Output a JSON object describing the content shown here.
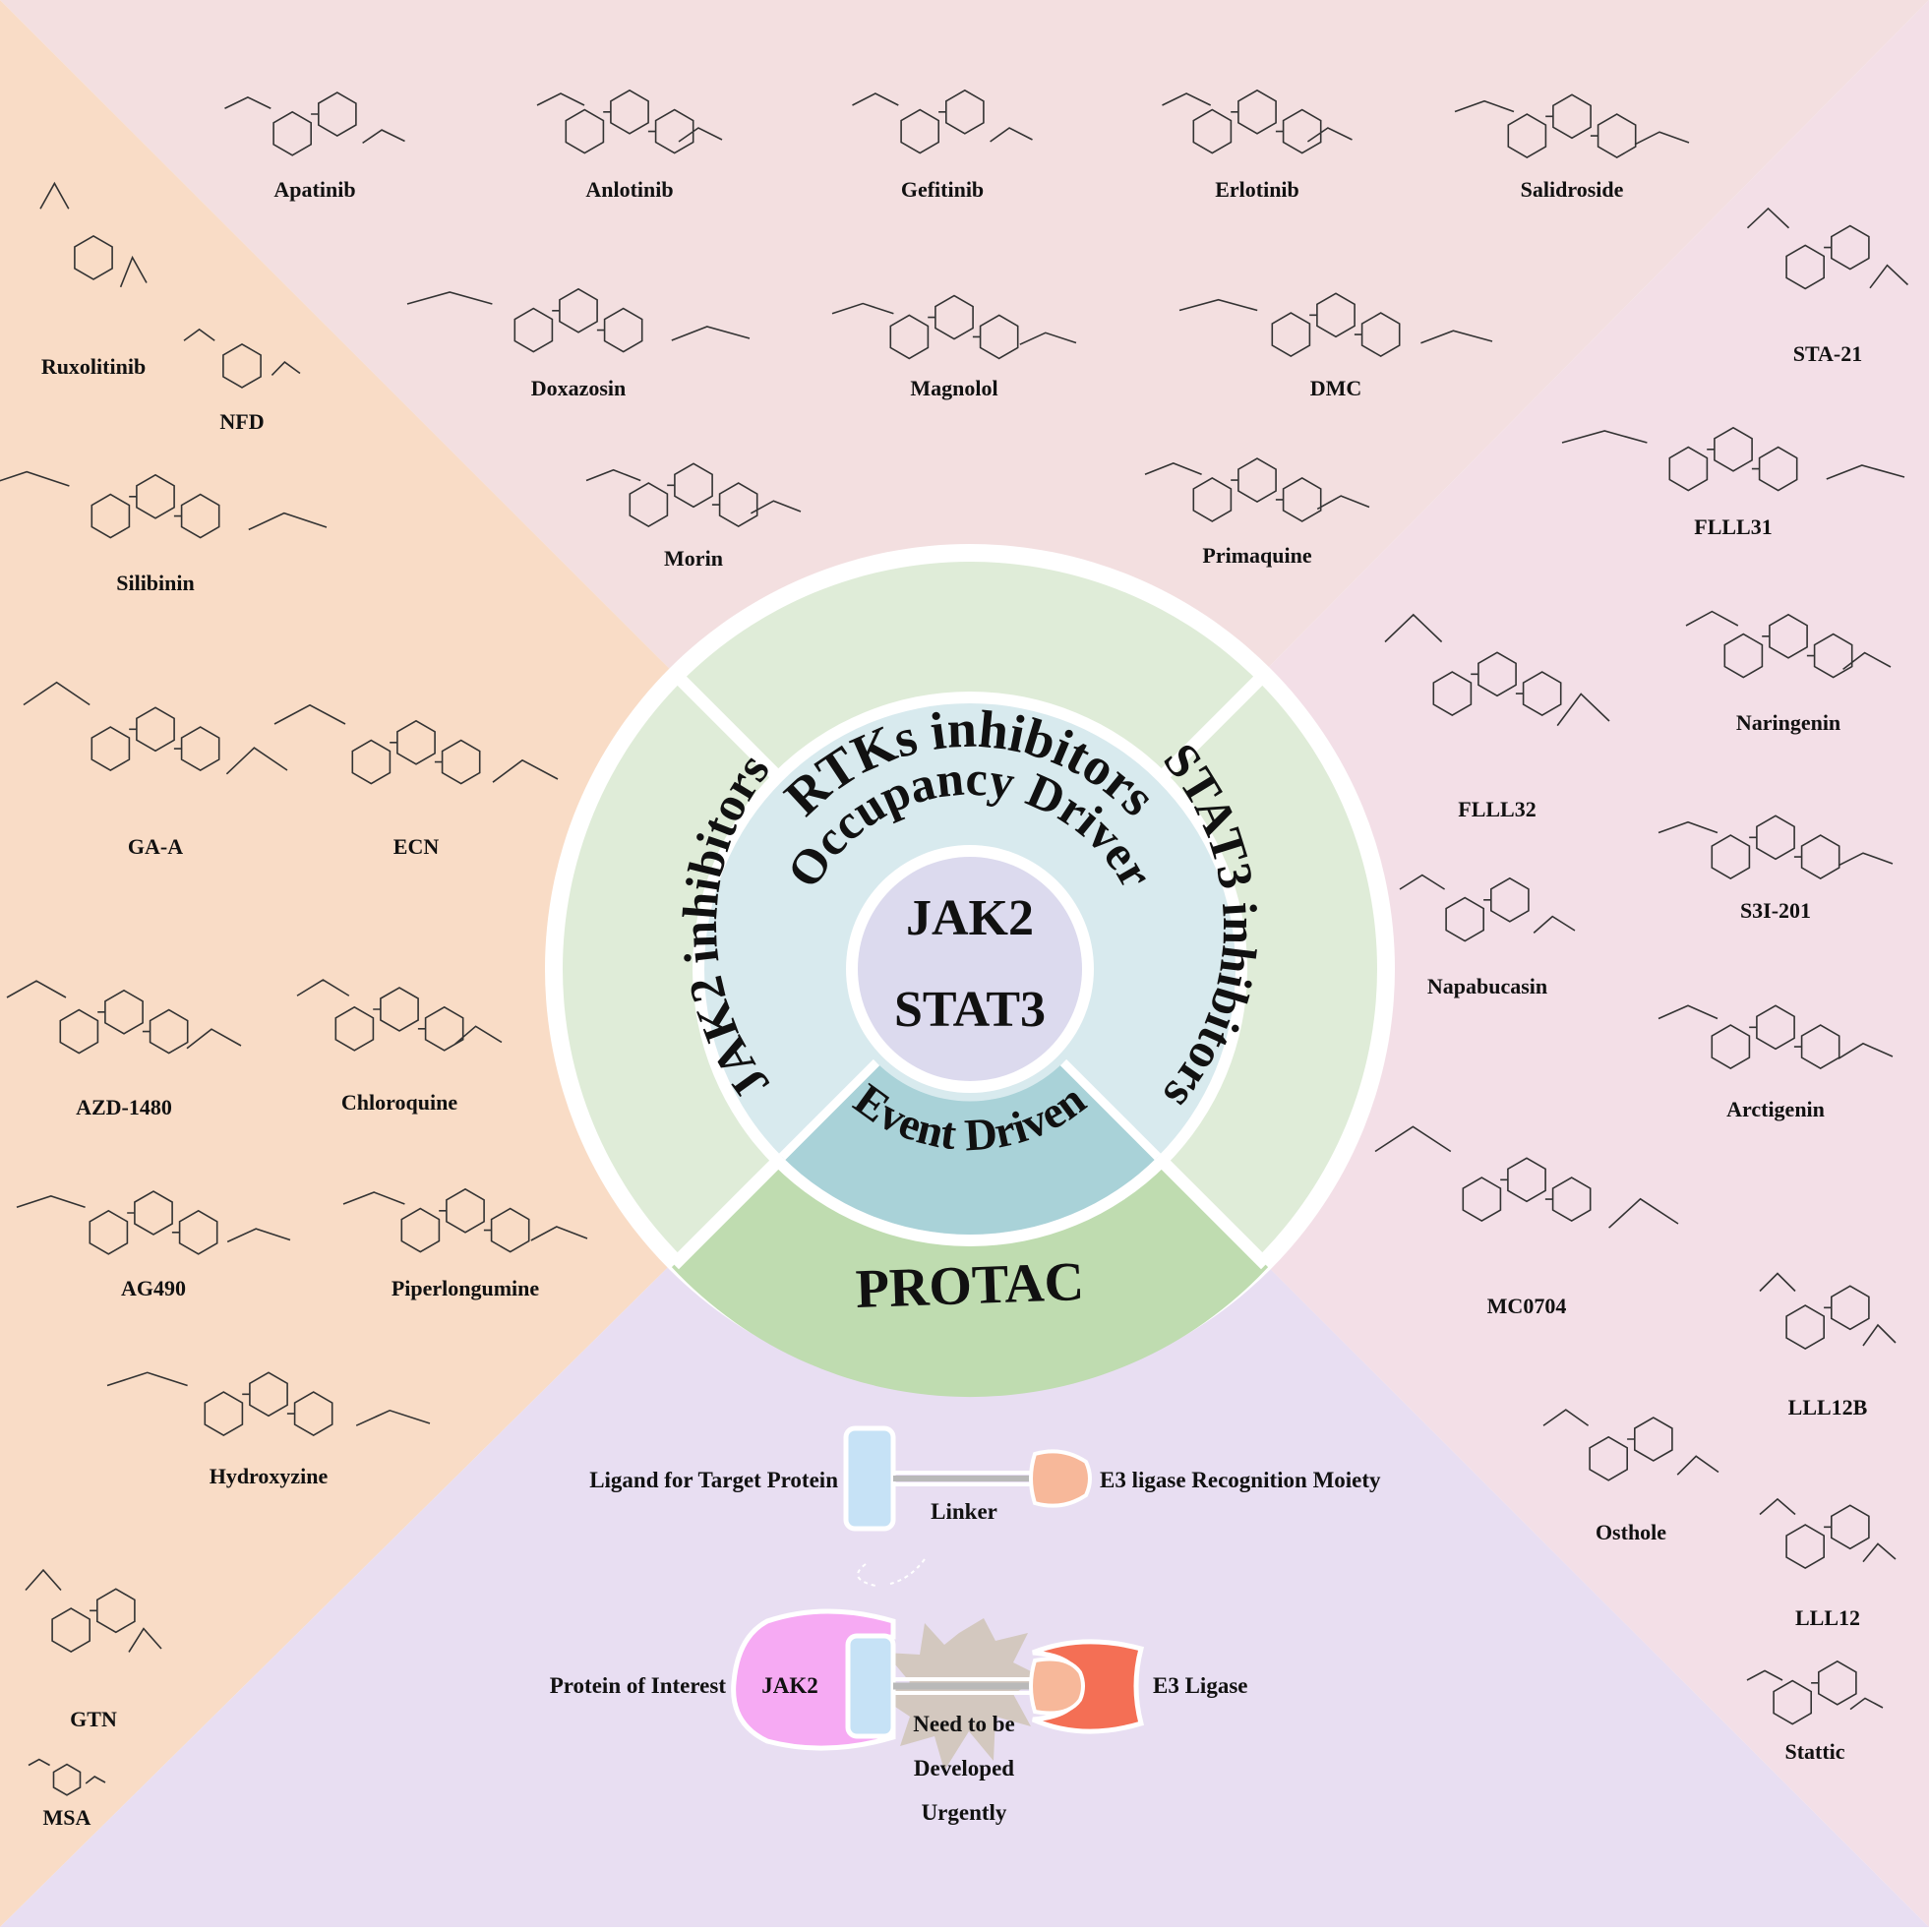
{
  "colors": {
    "top": "#f3dfe0",
    "left": "#f9dcc6",
    "right": "#f3dfe7",
    "bottom": "#e8def2",
    "ring_green": "#dfecd8",
    "ring_protac": "#bfdcb0",
    "inner_blue": "#d8eaee",
    "event": "#a9d2d8",
    "center": "#dcdaee",
    "sep": "#ffffff",
    "poi": "#f6aaf3",
    "ligand": "#c6e2f6",
    "e3": "#f46f55",
    "e3_moiety": "#f7b89a",
    "burst": "#d3c8bf"
  },
  "center": {
    "line1": "JAK2",
    "line2": "STAT3",
    "occupancy": "Occupancy Driver",
    "event": "Event Driven",
    "protac": "PROTAC",
    "rtk": "RTKs inhibitors",
    "jak2": "JAK2 inhibitors",
    "stat3": "STAT3 inhibitors"
  },
  "compounds": {
    "top": [
      "Apatinib",
      "Anlotinib",
      "Gefitinib",
      "Erlotinib",
      "Salidroside",
      "Doxazosin",
      "Magnolol",
      "DMC",
      "Morin",
      "Primaquine"
    ],
    "left": [
      "Ruxolitinib",
      "NFD",
      "Silibinin",
      "GA-A",
      "ECN",
      "AZD-1480",
      "Chloroquine",
      "AG490",
      "Piperlongumine",
      "Hydroxyzine",
      "GTN",
      "MSA"
    ],
    "right": [
      "STA-21",
      "FLLL31",
      "FLLL32",
      "Naringenin",
      "S3I-201",
      "Napabucasin",
      "Arctigenin",
      "MC0704",
      "LLL12B",
      "Osthole",
      "LLL12",
      "Stattic"
    ]
  },
  "protac_diagram": {
    "ligand": "Ligand for Target Protein",
    "linker": "Linker",
    "e3_moiety": "E3 ligase Recognition Moiety",
    "poi": "Protein of Interest",
    "jak2": "JAK2",
    "e3_ligase": "E3 Ligase",
    "urgent_1": "Need to be",
    "urgent_2": "Developed",
    "urgent_3": "Urgently"
  }
}
